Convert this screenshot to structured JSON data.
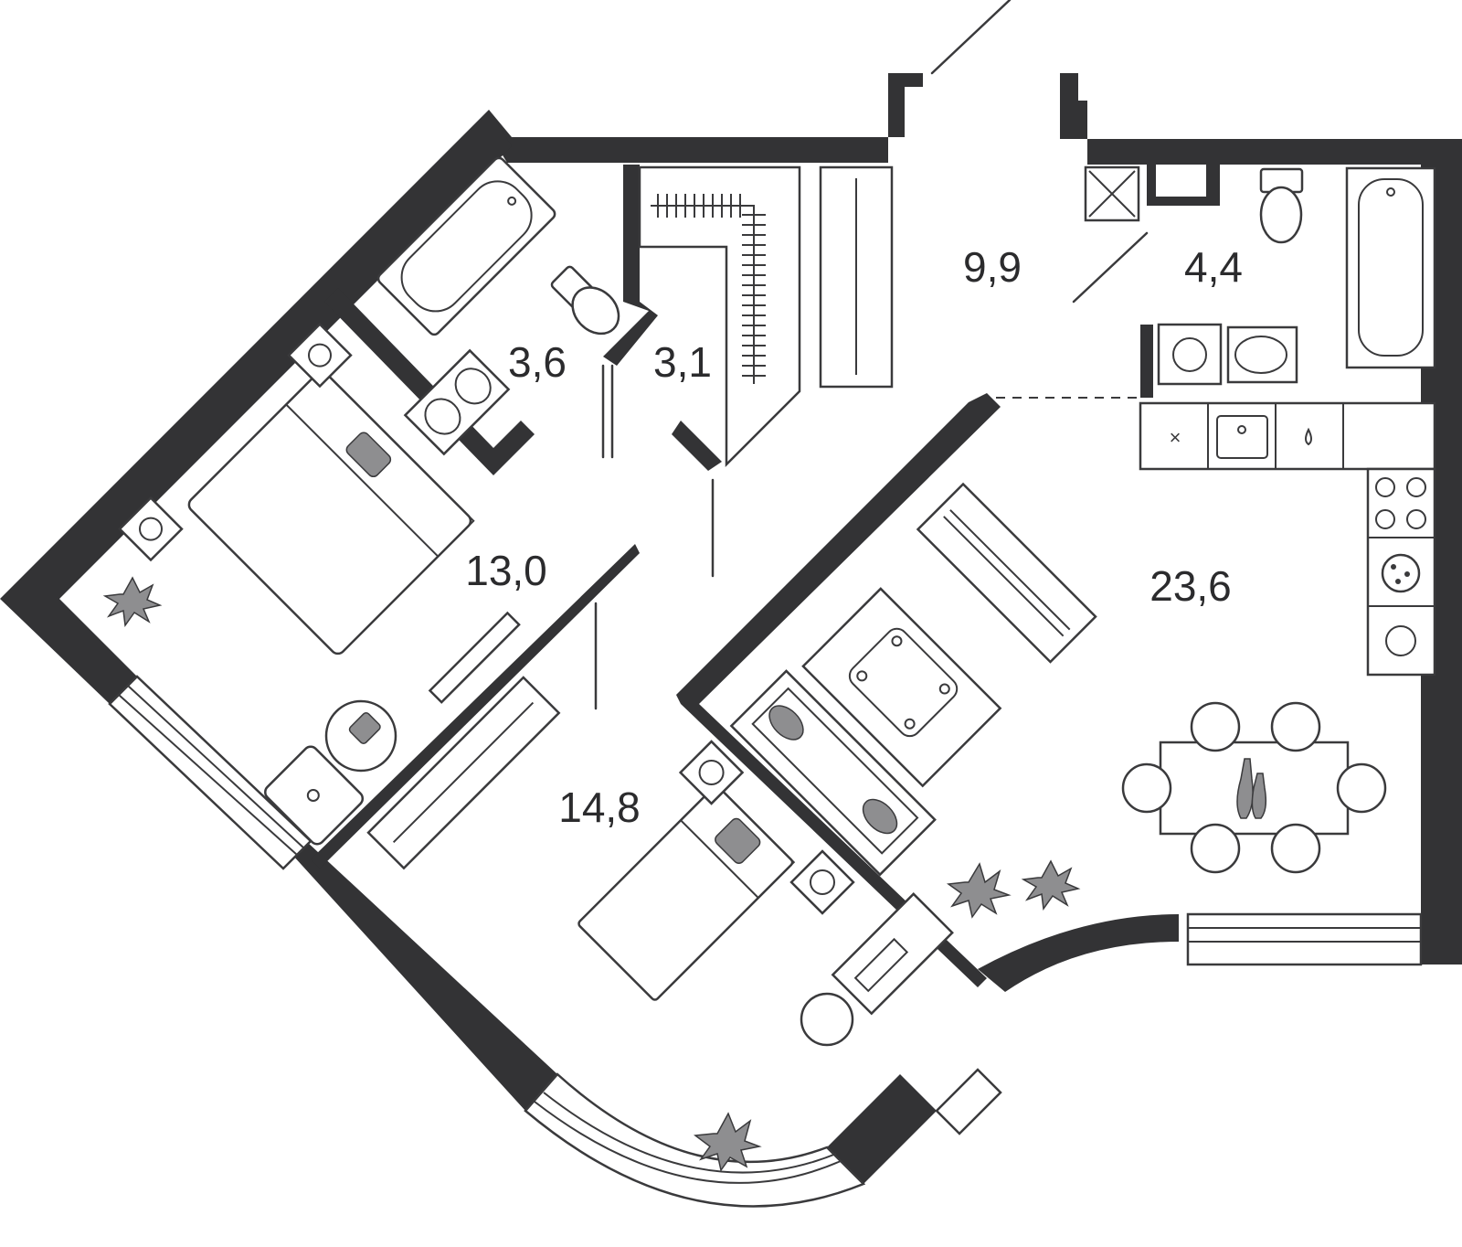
{
  "plan": {
    "colors": {
      "wall": "#333335",
      "line": "#3a3a3c",
      "accent": "#8e8e90",
      "background": "#ffffff"
    },
    "rooms": [
      {
        "id": "bathroom-1",
        "area": "3,6"
      },
      {
        "id": "wardrobe",
        "area": "3,1"
      },
      {
        "id": "hallway",
        "area": "9,9"
      },
      {
        "id": "bathroom-2",
        "area": "4,4"
      },
      {
        "id": "bedroom-1",
        "area": "13,0"
      },
      {
        "id": "kitchen-living",
        "area": "23,6"
      },
      {
        "id": "bedroom-2",
        "area": "14,8"
      }
    ]
  }
}
